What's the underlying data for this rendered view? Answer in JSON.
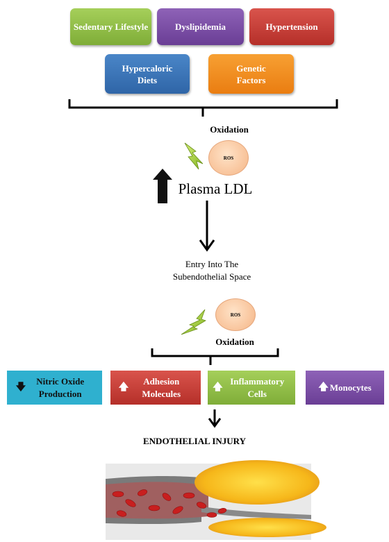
{
  "risk_factors": {
    "sedentary": "Sedentary Lifestyle",
    "dyslipidemia": "Dyslipidemia",
    "hypertension": "Hypertension",
    "hypercaloric": "Hypercaloric Diets",
    "genetic": "Genetic Factors"
  },
  "oxidation_top": "Oxidation",
  "ros_label": "ROS",
  "plasma_ldl": "Plasma LDL",
  "entry_text": "Entry Into The Subendothelial Space",
  "oxidation_bottom": "Oxidation",
  "effects": {
    "nitric_oxide": "Nitric Oxide Production",
    "adhesion": "Adhesion Molecules",
    "inflammatory": "Inflammatory Cells",
    "monocytes": "Monocytes"
  },
  "endothelial_injury": "ENDOTHELIAL INJURY",
  "colors": {
    "green": "#8bbd44",
    "purple": "#7a4ea7",
    "red": "#c33d36",
    "blue": "#3a74b8",
    "orange": "#f28f20",
    "cyan": "#2fb0cf"
  },
  "icons": [
    "lightning-icon",
    "arrow-up-icon",
    "arrow-down-icon",
    "artery-illustration"
  ]
}
